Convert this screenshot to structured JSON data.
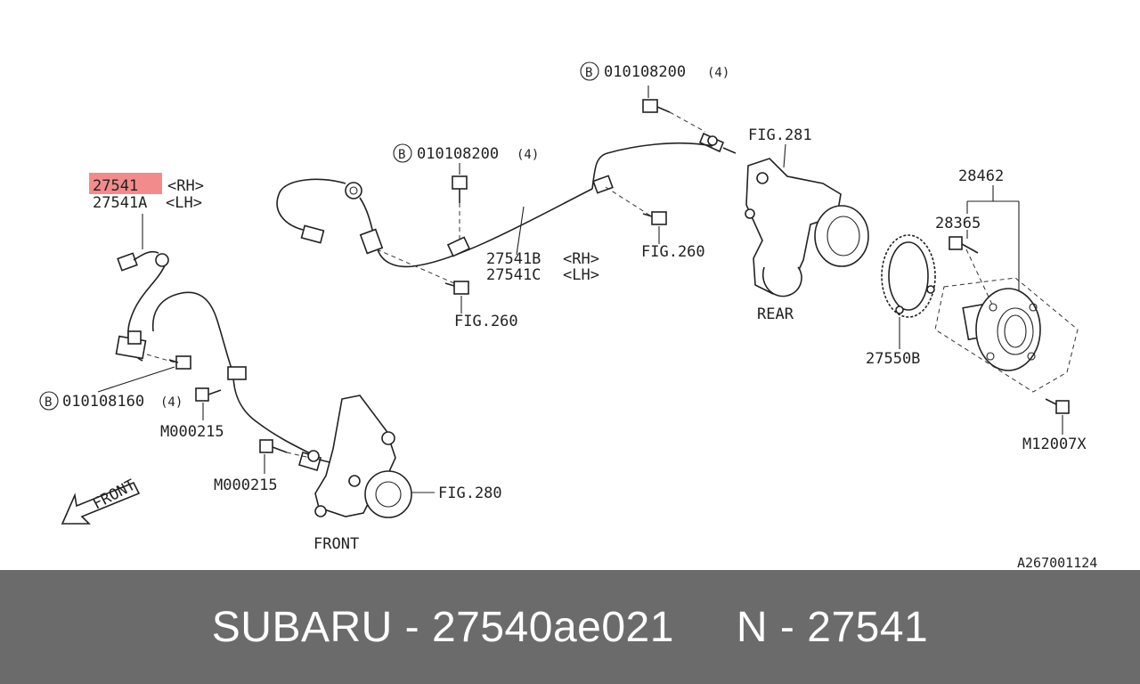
{
  "diagram": {
    "callouts": {
      "front_sensor_rh": "27541",
      "front_sensor_rh_side": "<RH>",
      "front_sensor_lh": "27541A",
      "front_sensor_lh_side": "<LH>",
      "front_bolt_b": "B",
      "front_bolt_num": "010108160",
      "front_bolt_qty": "(4)",
      "bolt_m1": "M000215",
      "bolt_m2": "M000215",
      "front_fig": "FIG.280",
      "front_label": "FRONT",
      "arrow_front": "FRONT",
      "rear_sensor_b": "B",
      "rear_sensor_num": "010108200",
      "rear_sensor_qty": "(4)",
      "harness_b": "B",
      "harness_num": "010108200",
      "harness_qty": "(4)",
      "harness_rh": "27541B",
      "harness_rh_side": "<RH>",
      "harness_lh": "27541C",
      "harness_lh_side": "<LH>",
      "fig260_a": "FIG.260",
      "fig260_b": "FIG.260",
      "rear_fig": "FIG.281",
      "rear_label": "REAR",
      "hub": "28462",
      "hub_bolt": "28365",
      "tone_ring": "27550B",
      "hub_screw": "M12007X",
      "ref_code": "A267001124"
    }
  },
  "footer": {
    "brand_part": "SUBARU - 27540ae021",
    "number": "N - 27541"
  },
  "colors": {
    "highlight": "#f28c8c",
    "footer_bg": "#6b6b6b",
    "footer_text": "#ffffff"
  }
}
